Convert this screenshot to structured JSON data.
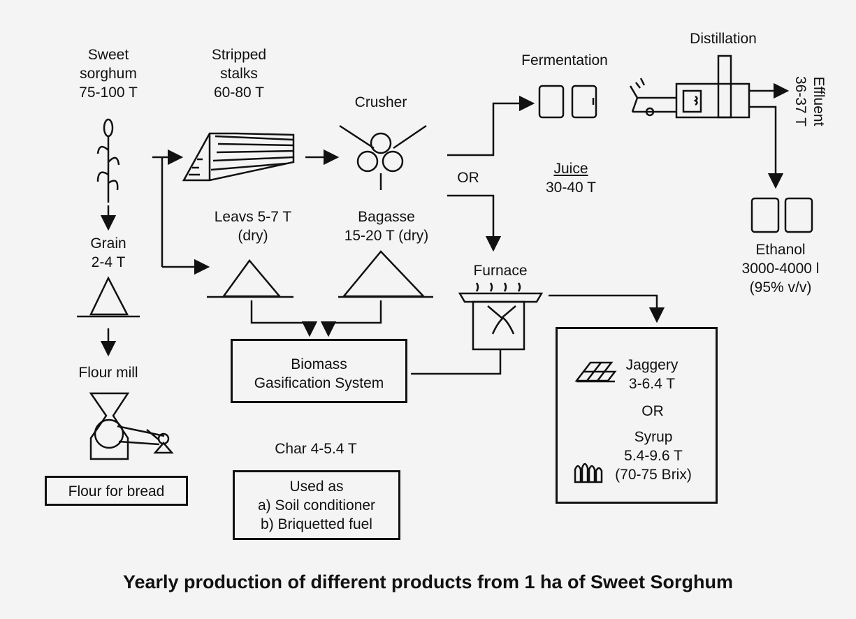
{
  "nodes": {
    "sweet_sorghum": [
      "Sweet",
      "sorghum",
      "75-100 T"
    ],
    "stripped_stalks": [
      "Stripped",
      "stalks",
      "60-80 T"
    ],
    "crusher": "Crusher",
    "fermentation": "Fermentation",
    "distillation": "Distillation",
    "effluent": [
      "Effluent",
      "36-37 T"
    ],
    "or_branch": "OR",
    "juice": [
      "Juice",
      "30-40 T"
    ],
    "grain": [
      "Grain",
      "2-4 T"
    ],
    "leaves": [
      "Leavs 5-7 T",
      "(dry)"
    ],
    "bagasse": [
      "Bagasse",
      "15-20 T (dry)"
    ],
    "furnace": "Furnace",
    "ethanol": [
      "Ethanol",
      "3000-4000 l",
      "(95% v/v)"
    ],
    "flour_mill": "Flour mill",
    "biomass": [
      "Biomass",
      "Gasification System"
    ],
    "char": "Char 4-5.4 T",
    "used_as": [
      "Used as",
      "a)  Soil conditioner",
      "b)  Briquetted fuel"
    ],
    "flour_for_bread": "Flour for bread",
    "jaggery": [
      "Jaggery",
      "3-6.4 T"
    ],
    "or_products": "OR",
    "syrup": [
      "Syrup",
      "5.4-9.6 T",
      "(70-75 Brix)"
    ]
  },
  "title": "Yearly production of different products from 1 ha of Sweet Sorghum"
}
